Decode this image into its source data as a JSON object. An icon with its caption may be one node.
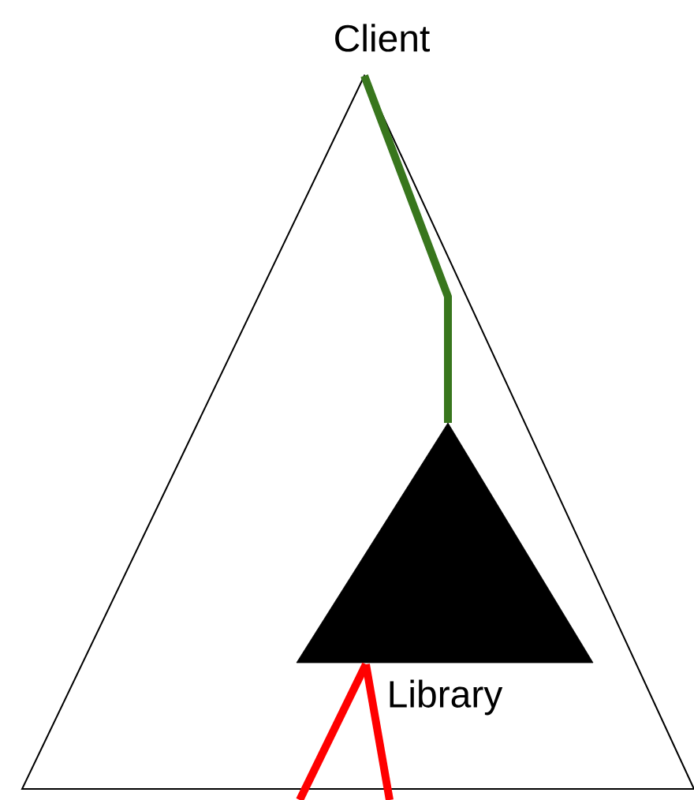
{
  "diagram": {
    "nodes": [
      {
        "text": [
          "Client"
        ]
      },
      {
        "text": [
          "Library"
        ],
        "in": 0
      }
    ],
    "edges": [
      {
        "from": 0,
        "to": 1,
        "arrow": "none",
        "color": "#38761d"
      },
      {
        "from": 1,
        "to": null,
        "arrow": "none",
        "color": "#ff0000"
      },
      {
        "from": 1,
        "to": null,
        "arrow": "none",
        "color": "#ff0000"
      }
    ]
  }
}
